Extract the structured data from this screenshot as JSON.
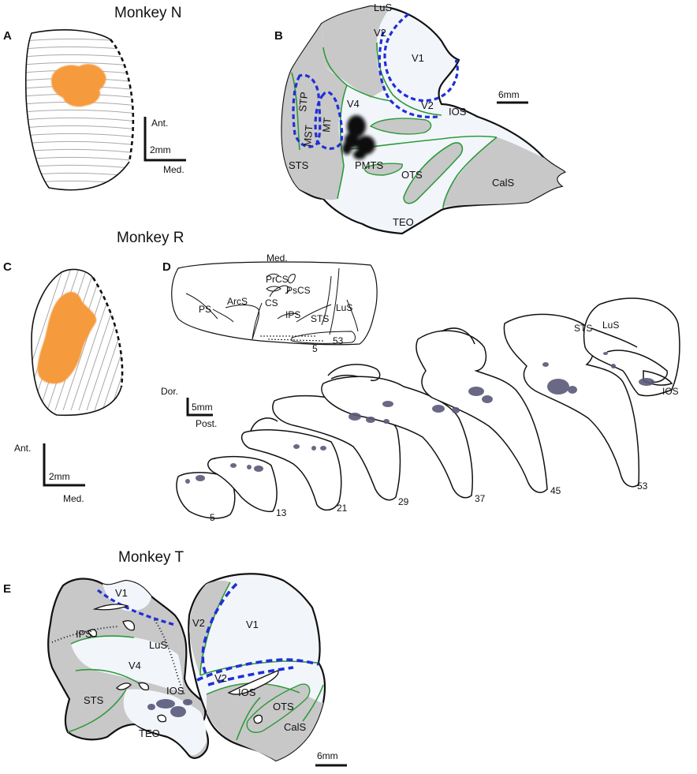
{
  "titles": {
    "n": "Monkey N",
    "r": "Monkey R",
    "t": "Monkey T"
  },
  "panel_letters": [
    "A",
    "B",
    "C",
    "D",
    "E"
  ],
  "panel_a": {
    "scale_ant": "Ant.",
    "scale_len": "2mm",
    "scale_med": "Med."
  },
  "panel_b": {
    "labels": {
      "lus": "LuS",
      "v2_top": "V2",
      "v1": "V1",
      "v2_mid": "V2",
      "ios": "IOS",
      "v4": "V4",
      "stp": "STP",
      "mst": "MST",
      "mt": "MT",
      "sts": "STS",
      "pmts": "PMTS",
      "ots": "OTS",
      "cals": "CalS",
      "teo": "TEO"
    },
    "scale": "6mm"
  },
  "panel_c": {
    "scale_ant": "Ant.",
    "scale_len": "2mm",
    "scale_med": "Med."
  },
  "panel_d": {
    "brain_labels": {
      "med": "Med.",
      "prcs": "PrCS",
      "pscs": "PsCS",
      "ps": "PS",
      "arcs": "ArcS",
      "cs": "CS",
      "ips": "IPS",
      "sts": "STS",
      "lus": "LuS",
      "n5": "5",
      "n53": "53"
    },
    "scale_dor": "Dor.",
    "scale_len": "5mm",
    "scale_post": "Post.",
    "section_numbers": [
      "5",
      "13",
      "21",
      "29",
      "37",
      "45",
      "53"
    ],
    "slice_labels": {
      "sts": "STS",
      "lus": "LuS",
      "ios": "IOS"
    }
  },
  "panel_e": {
    "labels": {
      "v1_left": "V1",
      "ips": "IPS",
      "lus": "LuS",
      "v4": "V4",
      "sts": "STS",
      "ios_left": "IOS",
      "teo": "TEO",
      "v2_right_top": "V2",
      "v1_right": "V1",
      "v2_right_bottom": "V2",
      "ios_right": "IOS",
      "ots": "OTS",
      "cals": "CalS"
    },
    "scale": "6mm"
  },
  "colors": {
    "outline": "#111111",
    "gray_fill": "#c8c8c8",
    "pale_fill": "#f2f6fb",
    "area_border": "#2e9a3a",
    "mt_border": "#1f2fd6",
    "activation_orange": "#f59a3c",
    "activation_purple": "#59597a"
  }
}
